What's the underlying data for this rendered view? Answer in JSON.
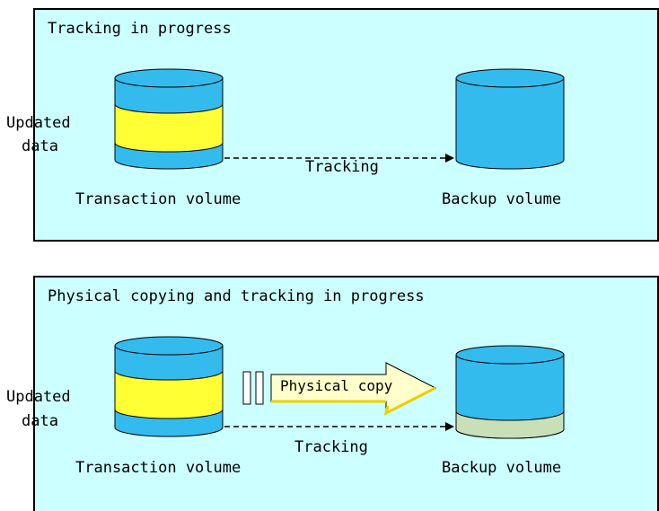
{
  "panels": [
    {
      "title": "Tracking in progress",
      "updated_data_line1": "Updated",
      "updated_data_line2": "data",
      "source_label": "Transaction volume",
      "target_label": "Backup volume",
      "tracking_label": "Tracking"
    },
    {
      "title": "Physical copying and tracking in progress",
      "updated_data_line1": "Updated",
      "updated_data_line2": "data",
      "source_label": "Transaction volume",
      "target_label": "Backup volume",
      "tracking_label": "Tracking",
      "copy_label": "Physical copy"
    }
  ],
  "colors": {
    "panel_bg": "#ccffff",
    "cylinder_blue": "#33bbee",
    "updated_yellow": "#ffff33",
    "copied_green": "#c8e0b8",
    "copy_arrow_fill": "#ffffcc"
  }
}
